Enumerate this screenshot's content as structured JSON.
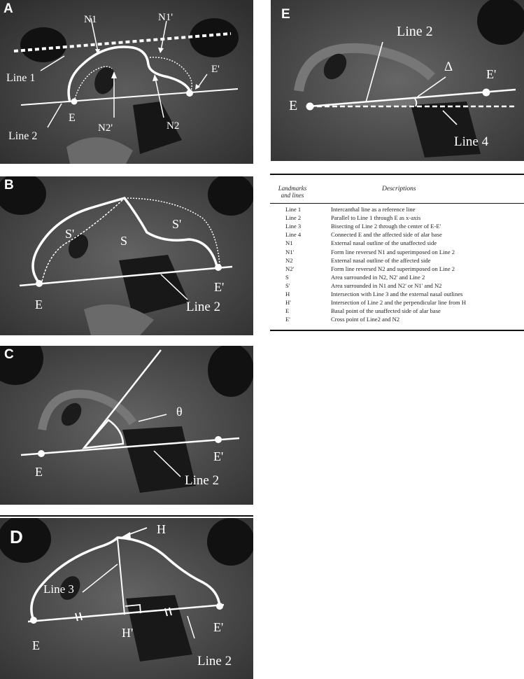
{
  "panels": {
    "a": {
      "letter": "A",
      "labels": {
        "n1": "N1",
        "n1p": "N1'",
        "ep": "E'",
        "line1": "Line 1",
        "e": "E",
        "n2p": "N2'",
        "n2": "N2",
        "line2": "Line 2"
      }
    },
    "b": {
      "letter": "B",
      "labels": {
        "sp_left": "S'",
        "sp_right": "S'",
        "s": "S",
        "e": "E",
        "ep": "E'",
        "line2": "Line 2"
      }
    },
    "c": {
      "letter": "C",
      "labels": {
        "theta": "θ",
        "e": "E",
        "ep": "E'",
        "line2": "Line 2"
      }
    },
    "d": {
      "letter": "D",
      "labels": {
        "h": "H",
        "line3": "Line 3",
        "e": "E",
        "hp": "H'",
        "ep": "E'",
        "line2": "Line 2"
      }
    },
    "e": {
      "letter": "E",
      "labels": {
        "line2": "Line 2",
        "delta": "Δ",
        "ep": "E'",
        "e": "E",
        "line4": "Line 4"
      }
    }
  },
  "table": {
    "header_left_1": "Landmarks",
    "header_left_2": "and lines",
    "header_right": "Descriptions",
    "rows": [
      {
        "term": "Line 1",
        "desc": "Intercanthal line as a reference line"
      },
      {
        "term": "Line 2",
        "desc": "Parallel to Line 1 through E as x-axis"
      },
      {
        "term": "Line 3",
        "desc": "Bisecting of Line 2 through the center of E-E'"
      },
      {
        "term": "Line 4",
        "desc": "Connected E and the affected side of alar base"
      },
      {
        "term": "N1",
        "desc": "External nasal outline of the unaffected side"
      },
      {
        "term": "N1'",
        "desc": "Form line reversed N1 and  superimposed  on Line 2"
      },
      {
        "term": "N2",
        "desc": "External nasal outline of the affected side"
      },
      {
        "term": "N2'",
        "desc": "Form line reversed N2 and superimposed on Line 2"
      },
      {
        "term": "S",
        "desc": "Area surrounded in N2, N2' and Line 2"
      },
      {
        "term": "S'",
        "desc": "Area surrounded in N1 and N2' or N1' and N2"
      },
      {
        "term": "H",
        "desc": "Intersection with Line 3 and the external nasal outlines"
      },
      {
        "term": "H'",
        "desc": "Intersection of Line 2 and the perpendicular line from H"
      },
      {
        "term": "E",
        "desc": "Basal point of the unaffected side of alar base"
      },
      {
        "term": "E'",
        "desc": "Cross point of Line2 and N2"
      }
    ]
  }
}
